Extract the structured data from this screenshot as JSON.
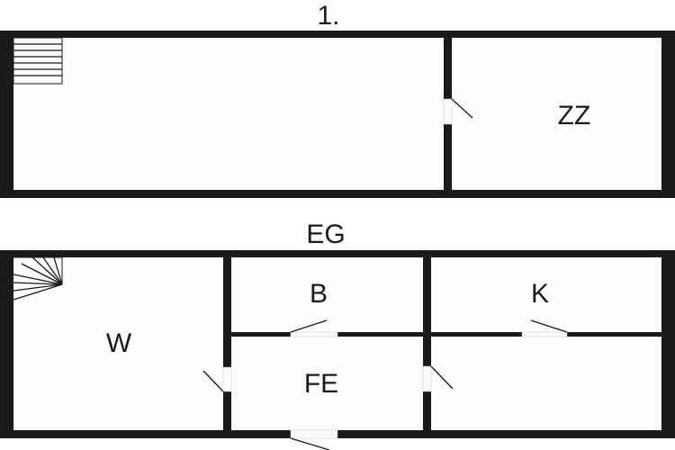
{
  "floors": [
    {
      "title": "1.",
      "rooms": [
        {
          "label": "ZZ"
        }
      ]
    },
    {
      "title": "EG",
      "rooms": [
        {
          "label": "W"
        },
        {
          "label": "B"
        },
        {
          "label": "K"
        },
        {
          "label": "FE"
        }
      ]
    }
  ],
  "colors": {
    "wall": "#1a1a1a",
    "floor": "#fdfcfb"
  }
}
